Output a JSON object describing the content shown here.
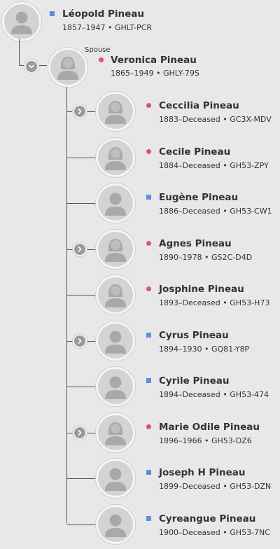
{
  "root": {
    "name": "Léopold Pineau",
    "dates": "1857–1947",
    "id": "GHLT-PCR",
    "gender": "male"
  },
  "spouse": {
    "label": "Spouse",
    "name": "Veronica Pineau",
    "dates": "1865–1949",
    "id": "GHLY-79S",
    "gender": "female"
  },
  "separator": "•",
  "children": [
    {
      "name": "Ceccilia Pineau",
      "dates": "1883–Deceased",
      "id": "GC3X-MDV",
      "gender": "female",
      "expandable": true
    },
    {
      "name": "Cecile Pineau",
      "dates": "1884–Deceased",
      "id": "GH53-ZPY",
      "gender": "female",
      "expandable": false
    },
    {
      "name": "Eugène Pineau",
      "dates": "1886–Deceased",
      "id": "GH53-CW1",
      "gender": "male",
      "expandable": false
    },
    {
      "name": "Agnes Pineau",
      "dates": "1890–1978",
      "id": "GS2C-D4D",
      "gender": "female",
      "expandable": true
    },
    {
      "name": "Josphine Pineau",
      "dates": "1893–Deceased",
      "id": "GH53-H73",
      "gender": "female",
      "expandable": false
    },
    {
      "name": "Cyrus Pineau",
      "dates": "1894–1930",
      "id": "GQ81-Y8P",
      "gender": "male",
      "expandable": true
    },
    {
      "name": "Cyrile Pineau",
      "dates": "1894–Deceased",
      "id": "GH53-474",
      "gender": "male",
      "expandable": false
    },
    {
      "name": "Marie Odile Pineau",
      "dates": "1896–1966",
      "id": "GH53-DZ6",
      "gender": "female",
      "expandable": true
    },
    {
      "name": "Joseph H Pineau",
      "dates": "1899–Deceased",
      "id": "GH53-DZN",
      "gender": "male",
      "expandable": false
    },
    {
      "name": "Cyreangue Pineau",
      "dates": "1900–Deceased",
      "id": "GH53-7NC",
      "gender": "male",
      "expandable": false
    }
  ],
  "colors": {
    "male": "#5b8fe0",
    "female": "#d9527a",
    "connector": "#555555",
    "background": "#e8e8e8"
  },
  "icons": {
    "person": "person-silhouette-icon",
    "expand": "chevron-right-icon",
    "collapse": "chevron-down-icon"
  }
}
